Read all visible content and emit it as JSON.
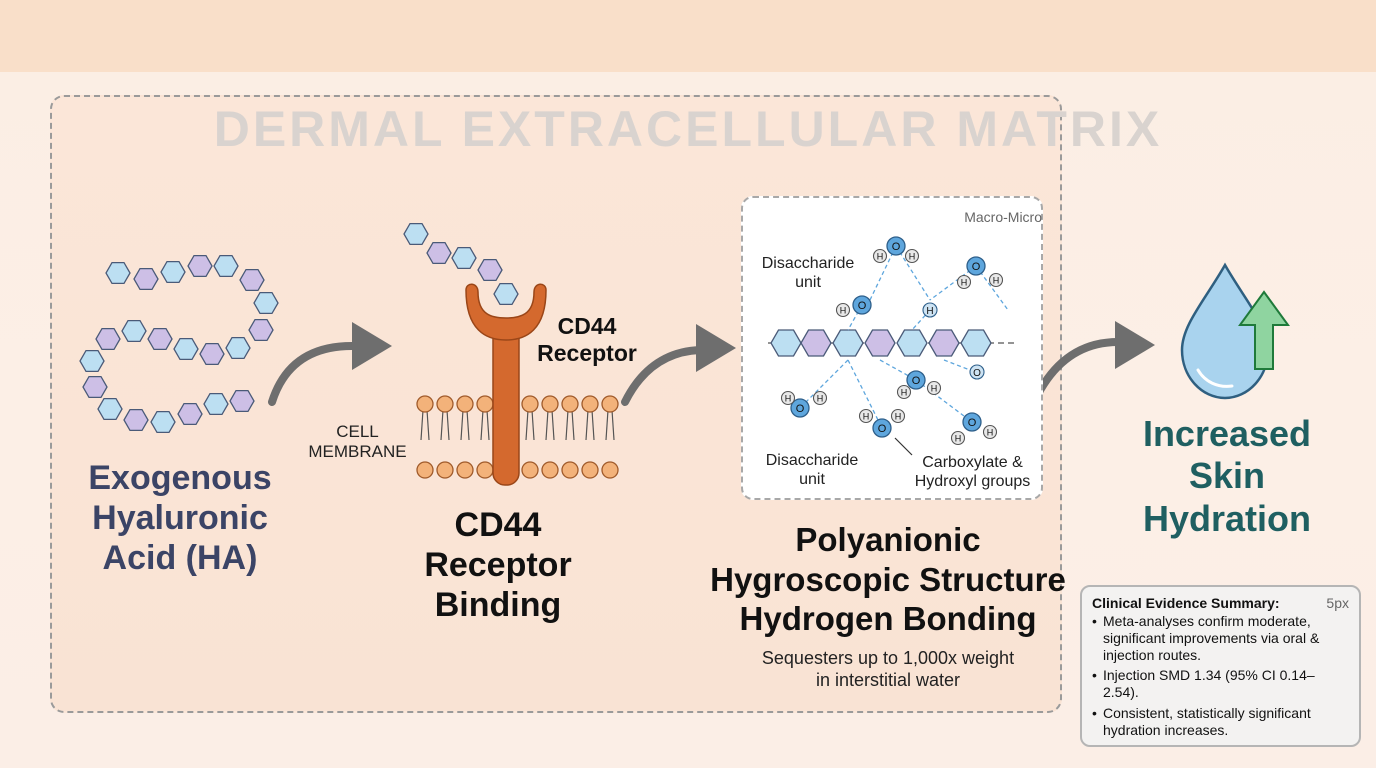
{
  "background_title": "DERMAL EXTRACELLULAR MATRIX",
  "steps": {
    "exogenous_ha": {
      "label": [
        "Exogenous",
        "Hyaluronic",
        "Acid (HA)"
      ],
      "color": "#3b4466"
    },
    "cd44_binding": {
      "label": [
        "CD44",
        "Receptor",
        "Binding"
      ],
      "receptor_label": [
        "CD44",
        "Receptor"
      ],
      "membrane_label": [
        "CELL",
        "MEMBRANE"
      ],
      "receptor_color": "#d4692e"
    },
    "polyanionic": {
      "label": [
        "Polyanionic",
        "Hygroscopic Structure",
        "Hydrogen Bonding"
      ],
      "subtitle": [
        "Sequesters up to 1,000x weight",
        "in interstitial water"
      ],
      "inset": {
        "tag": "Macro-Micro",
        "label_top": [
          "Disaccharide",
          "unit"
        ],
        "label_bottom": [
          "Disaccharide",
          "unit"
        ],
        "label_groups": [
          "Carboxylate &",
          "Hydroxyl groups"
        ],
        "atoms": {
          "oxygen": "O",
          "hydrogen": "H"
        }
      }
    },
    "hydration": {
      "label": [
        "Increased",
        "Skin",
        "Hydration"
      ],
      "color": "#1f5f61"
    }
  },
  "evidence": {
    "title": "Clinical Evidence Summary:",
    "note": "5px",
    "items": [
      "Meta-analyses confirm moderate, significant improvements via oral & injection routes.",
      "Injection SMD 1.34 (95% CI 0.14–2.54).",
      "Consistent, statistically significant hydration increases."
    ]
  },
  "colors": {
    "hex_blue": "#bcdff2",
    "hex_purple": "#cdbfe6",
    "arrow": "#6e6e6e",
    "droplet": "#a9d3ee",
    "up_arrow": "#8fd4a0"
  }
}
